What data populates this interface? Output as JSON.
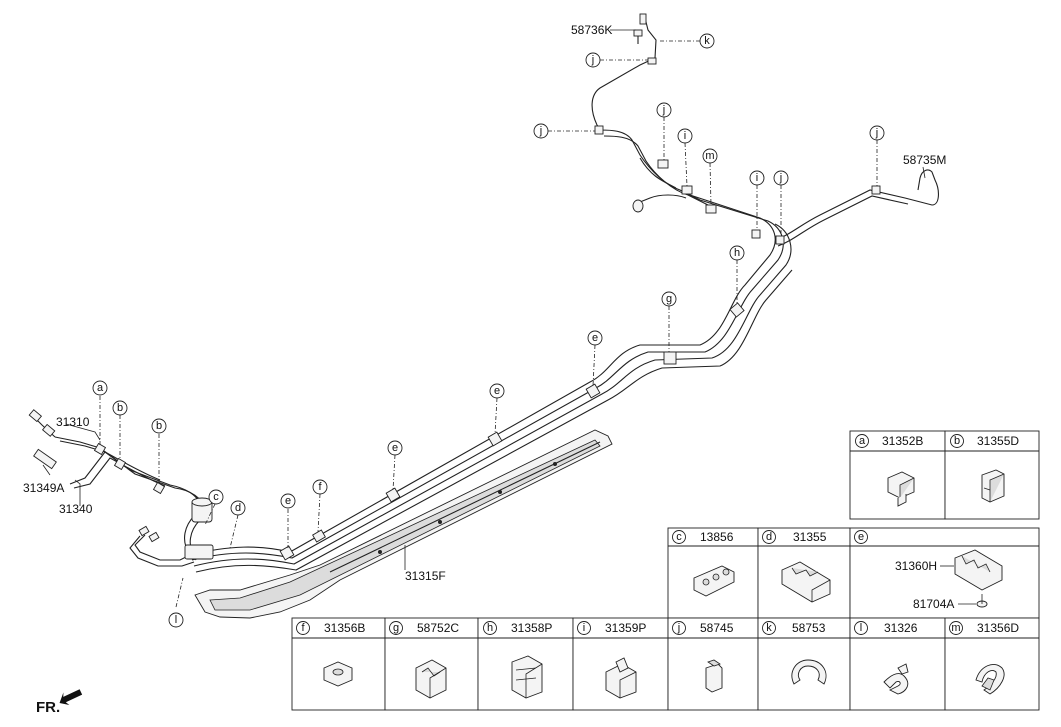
{
  "main_labels": [
    {
      "id": "58736K",
      "text": "58736K"
    },
    {
      "id": "58735M",
      "text": "58735M"
    },
    {
      "id": "31310",
      "text": "31310"
    },
    {
      "id": "31349A",
      "text": "31349A"
    },
    {
      "id": "31340",
      "text": "31340"
    },
    {
      "id": "31315F",
      "text": "31315F"
    }
  ],
  "callout_letters": [
    "a",
    "b",
    "c",
    "d",
    "e",
    "f",
    "g",
    "h",
    "i",
    "j",
    "k",
    "l",
    "m"
  ],
  "legend": {
    "row1": [
      {
        "letter": "a",
        "part": "31352B"
      },
      {
        "letter": "b",
        "part": "31355D"
      }
    ],
    "row2": [
      {
        "letter": "c",
        "part": "13856"
      },
      {
        "letter": "d",
        "part": "31355"
      },
      {
        "letter": "e",
        "part": ""
      }
    ],
    "row2_e_parts": [
      "31360H",
      "81704A"
    ],
    "row3": [
      {
        "letter": "f",
        "part": "31356B"
      },
      {
        "letter": "g",
        "part": "58752C"
      },
      {
        "letter": "h",
        "part": "31358P"
      },
      {
        "letter": "i",
        "part": "31359P"
      },
      {
        "letter": "j",
        "part": "58745"
      },
      {
        "letter": "k",
        "part": "58753"
      },
      {
        "letter": "l",
        "part": "31326"
      },
      {
        "letter": "m",
        "part": "31356D"
      }
    ]
  },
  "front_label": "FR."
}
